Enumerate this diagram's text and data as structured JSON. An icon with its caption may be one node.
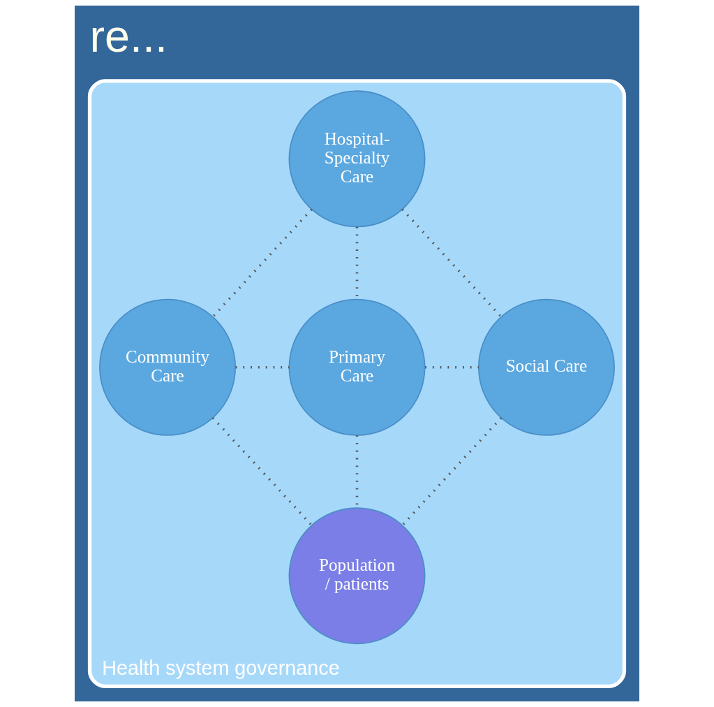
{
  "diagram": {
    "title": "re...",
    "nodes": [
      {
        "text": [
          "Health system governance"
        ]
      },
      {
        "text": [
          "Hospital- Specialty Care"
        ],
        "in": 0
      },
      {
        "text": [
          "Community Care"
        ],
        "in": 0
      },
      {
        "text": [
          "Primary Care"
        ],
        "in": 0
      },
      {
        "text": [
          "Social Care"
        ],
        "in": 0
      },
      {
        "text": [
          "Population / patients"
        ],
        "in": 0
      }
    ],
    "edges": [
      {
        "from": 1,
        "to": 3,
        "arrow": "none",
        "style": "dashed"
      },
      {
        "from": 1,
        "to": 2,
        "arrow": "none",
        "style": "dashed"
      },
      {
        "from": 1,
        "to": 4,
        "arrow": "none",
        "style": "dashed"
      },
      {
        "from": 2,
        "to": 3,
        "arrow": "none",
        "style": "dashed"
      },
      {
        "from": 3,
        "to": 4,
        "arrow": "none",
        "style": "dashed"
      },
      {
        "from": 2,
        "to": 5,
        "arrow": "none",
        "style": "dashed"
      },
      {
        "from": 3,
        "to": 5,
        "arrow": "none",
        "style": "dashed"
      },
      {
        "from": 4,
        "to": 5,
        "arrow": "none",
        "style": "dashed"
      }
    ]
  }
}
